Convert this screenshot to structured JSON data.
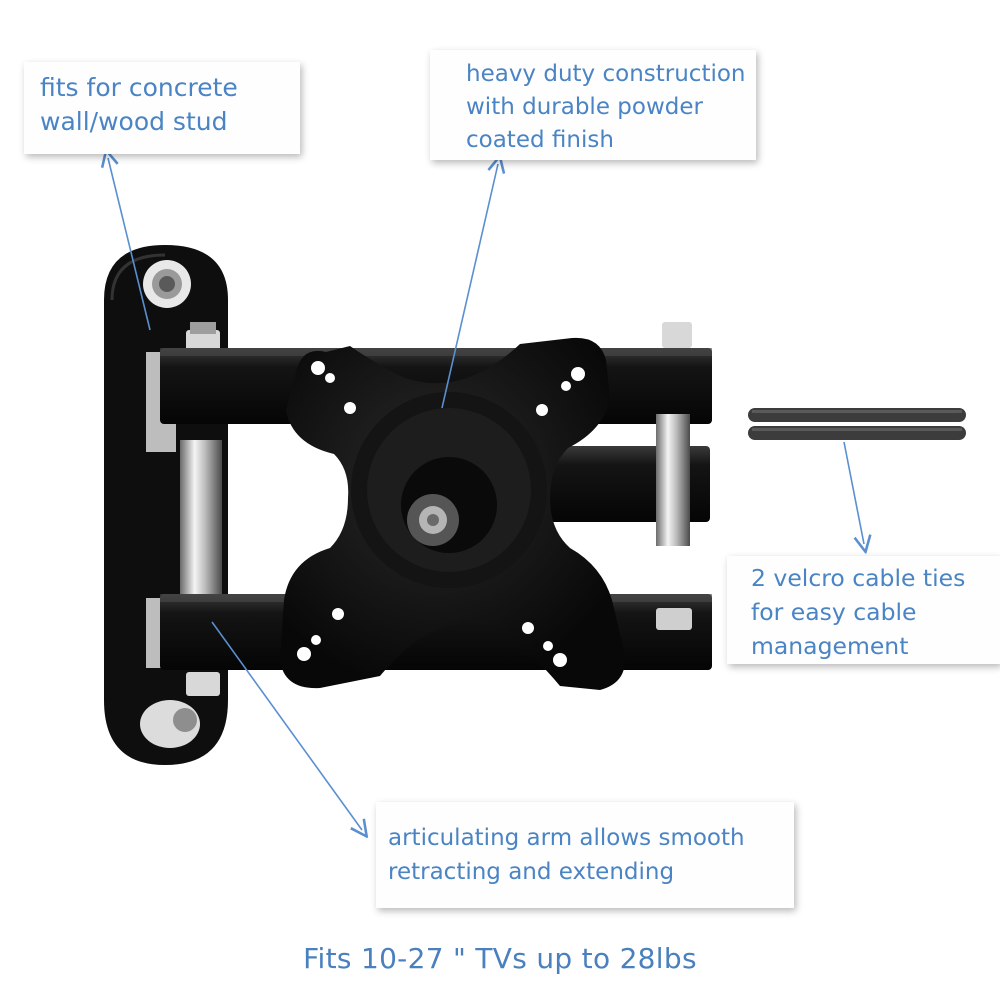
{
  "callouts": {
    "wall": {
      "lines": [
        "fits for concrete",
        "wall/wood stud"
      ]
    },
    "construction": {
      "lines": [
        "heavy duty construction",
        "with durable powder",
        "coated finish"
      ]
    },
    "velcro": {
      "lines": [
        "2 velcro cable ties",
        "for easy cable",
        "management"
      ]
    },
    "arm": {
      "lines": [
        "articulating arm allows smooth",
        "retracting and extending"
      ]
    }
  },
  "caption": "Fits 10-27 \" TVs up to 28lbs",
  "colors": {
    "label_text": "#4a84c4",
    "arrow": "#5a8fd0",
    "metal": "#111111"
  }
}
